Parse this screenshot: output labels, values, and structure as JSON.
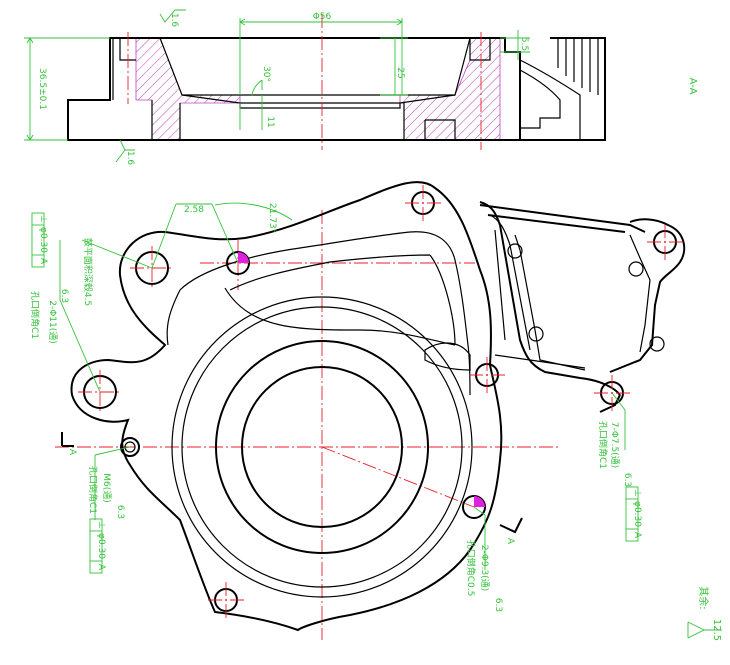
{
  "section_view": {
    "title": "A-A",
    "dim_diameter": "Φ56",
    "dim_height": "36.5±0.1",
    "dim_depth": "25",
    "dim_chamfer_angle": "30°",
    "dim_thickness": "11",
    "dim_small": "5.5",
    "roughness_top": "1.6",
    "roughness_bottom": "1.6"
  },
  "plan_view": {
    "angle_dim": "21.73°",
    "radius_dim": "2.58",
    "tol_left": [
      "⊥",
      "φ0.30",
      "A"
    ],
    "tol_bottom_left": [
      "⊥",
      "φ0.30",
      "A"
    ],
    "tol_right": [
      "⊥",
      "φ0.30",
      "A"
    ],
    "note_vertical": "鼓平面积深毂4.5",
    "hole_note_left": "2-Φ11(通)",
    "hole_note_left_sub": "孔口倒角C1",
    "hole_note_left_rough": "6.3",
    "thread_note": "M6(通)",
    "thread_note_sub": "孔口倒角C1",
    "thread_note_rough": "6.3",
    "hole_note_right": "7-Φ7.5(通)",
    "hole_note_right_sub": "孔口倒角C1",
    "hole_note_right_rough": "6.3",
    "hole_note_bottom": "2-Φ9.3(通)",
    "hole_note_bottom_sub": "孔口倒角C0.5",
    "hole_note_bottom_rough": "6.3",
    "section_mark_left": "A",
    "section_mark_right": "A"
  },
  "rest_note": {
    "label": "其余:",
    "roughness": "12.5"
  },
  "colors": {
    "outline": "#000000",
    "centerline": "#e8202a",
    "dimension": "#35c23a",
    "hatch": "#c040c0",
    "highlight": "#e020e0"
  }
}
